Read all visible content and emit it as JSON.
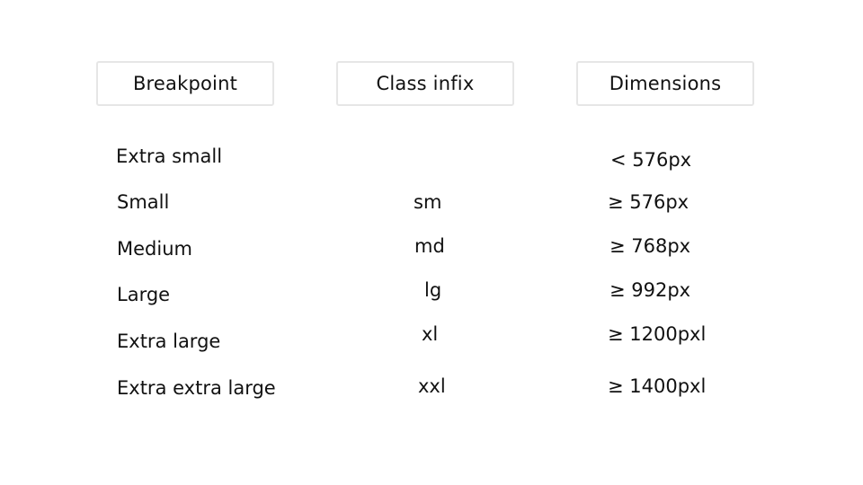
{
  "headers": {
    "breakpoint": "Breakpoint",
    "class_infix": "Class infix",
    "dimensions": "Dimensions"
  },
  "rows": [
    {
      "breakpoint": "Extra small",
      "infix": "",
      "dimensions": "< 576px"
    },
    {
      "breakpoint": "Small",
      "infix": "sm",
      "dimensions": "≥ 576px"
    },
    {
      "breakpoint": "Medium",
      "infix": "md",
      "dimensions": "≥ 768px"
    },
    {
      "breakpoint": "Large",
      "infix": "lg",
      "dimensions": "≥ 992px"
    },
    {
      "breakpoint": "Extra large",
      "infix": "xl",
      "dimensions": "≥  1200pxl"
    },
    {
      "breakpoint": "Extra extra large",
      "infix": "xxl",
      "dimensions": "≥  1400pxl"
    }
  ]
}
